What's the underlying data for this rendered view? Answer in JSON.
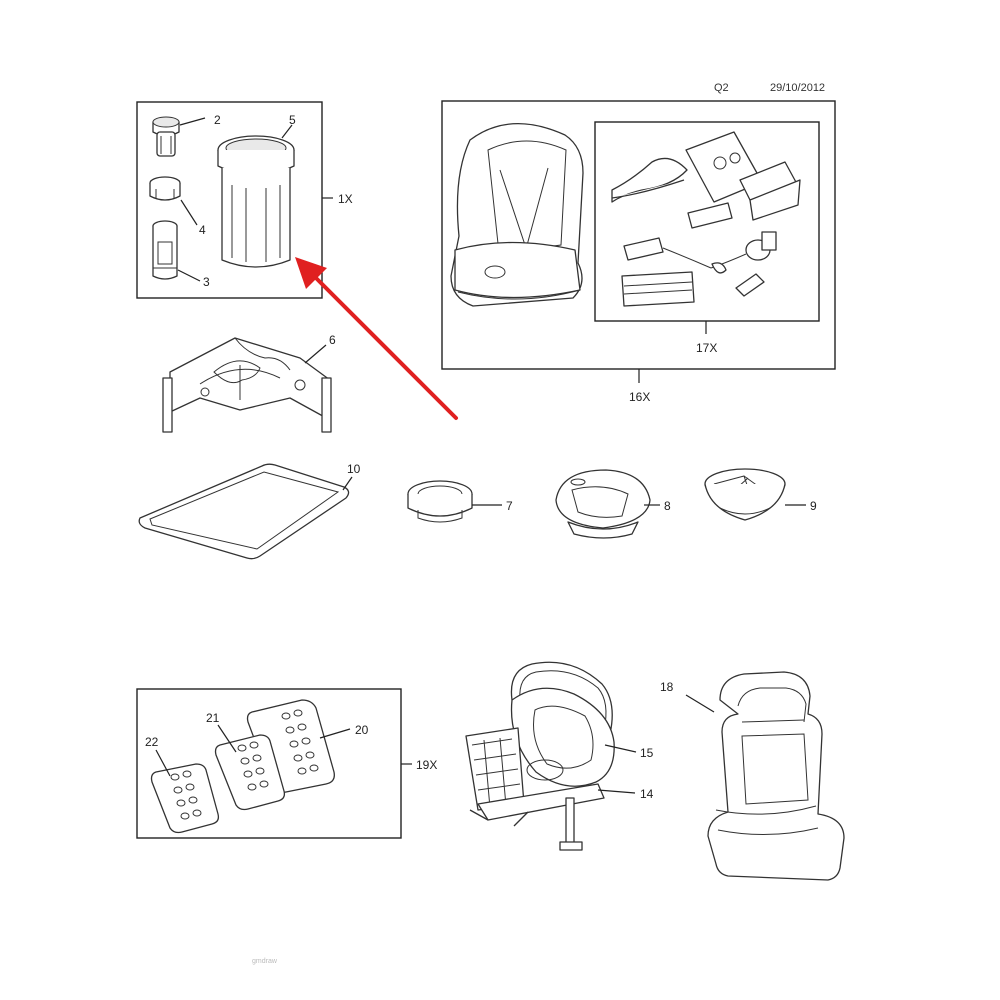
{
  "header": {
    "code": "Q2",
    "date": "29/10/2012"
  },
  "labels": {
    "p1": "1X",
    "p2": "2",
    "p3": "3",
    "p4": "4",
    "p5": "5",
    "p6": "6",
    "p7": "7",
    "p8": "8",
    "p9": "9",
    "p10": "10",
    "p14": "14",
    "p15": "15",
    "p16": "16X",
    "p17": "17X",
    "p18": "18",
    "p19": "19X",
    "p20": "20",
    "p21": "21",
    "p22": "22"
  },
  "footer": {
    "watermark": "gmdraw"
  },
  "colors": {
    "arrow": "#e02020",
    "line": "#222222"
  }
}
